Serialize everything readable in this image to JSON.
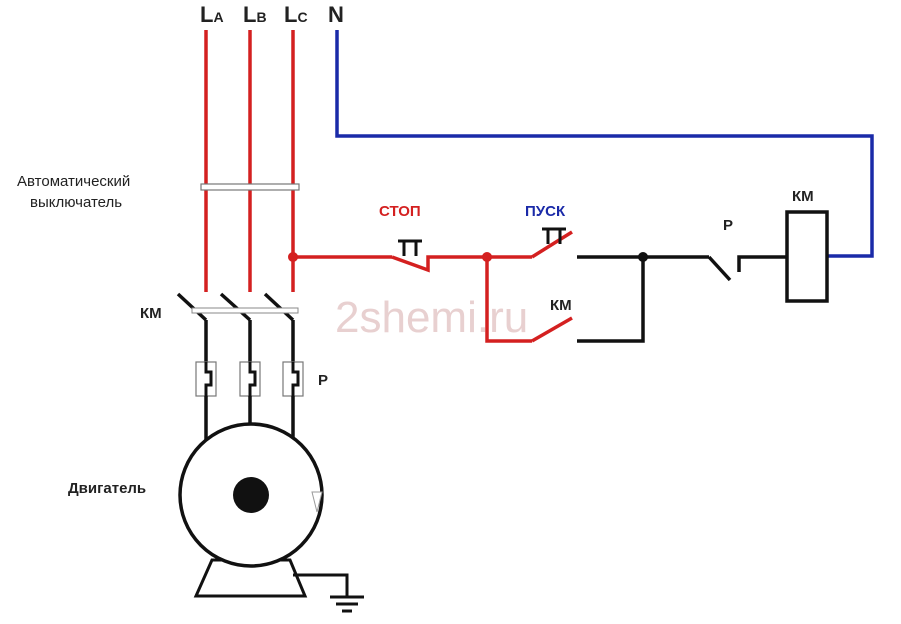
{
  "phases": {
    "la": {
      "main": "L",
      "sub": "A"
    },
    "lb": {
      "main": "L",
      "sub": "B"
    },
    "lc": {
      "main": "L",
      "sub": "C"
    },
    "n": "N"
  },
  "labels": {
    "breaker_line1": "Автоматический",
    "breaker_line2": "выключатель",
    "stop": "СТОП",
    "start": "ПУСК",
    "km_aux": "КМ",
    "relay_control": "Р",
    "coil": "КМ",
    "km_power": "КМ",
    "relay_power": "Р",
    "motor": "Двигатель",
    "watermark": "2shemi.ru"
  },
  "colors": {
    "phase": "#d42020",
    "neutral": "#1a2aa8",
    "control": "#111111",
    "watermark": "#e6cccc"
  }
}
